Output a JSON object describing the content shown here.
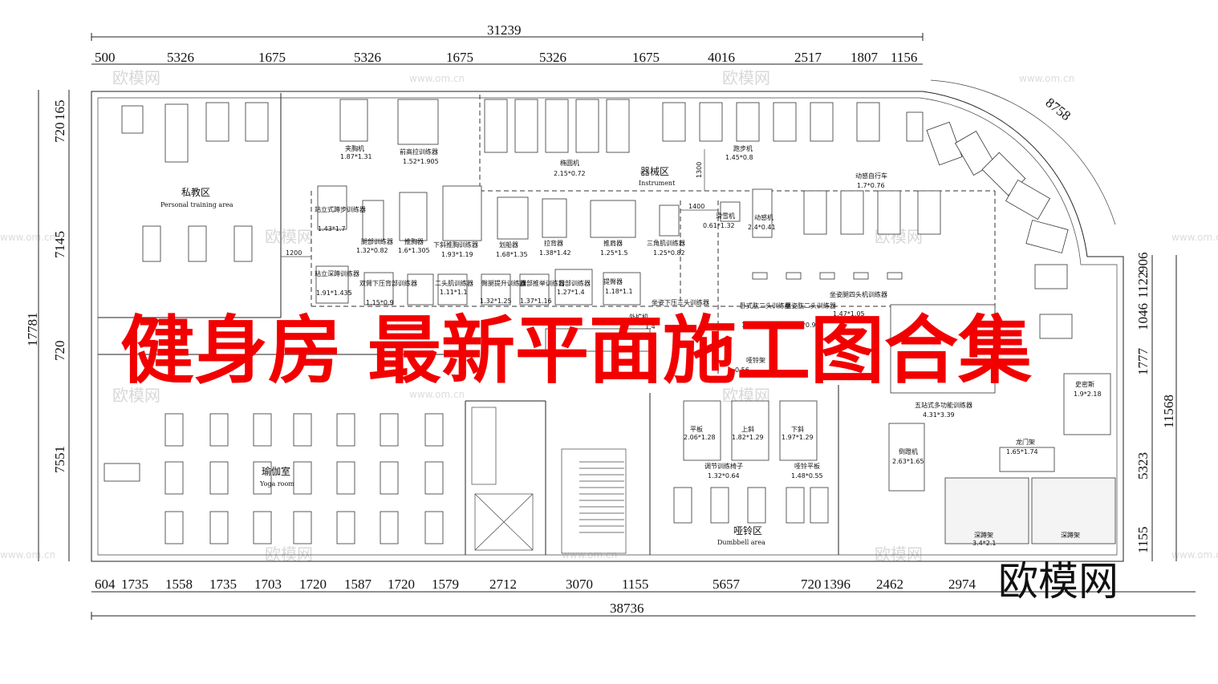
{
  "dimensions": {
    "top_total": "31239",
    "top_segments": [
      "500",
      "5326",
      "1675",
      "5326",
      "1675",
      "5326",
      "1675",
      "4016",
      "2517",
      "1807",
      "1156"
    ],
    "bottom_total": "38736",
    "bottom_segments": [
      "604",
      "1735",
      "1558",
      "1735",
      "1703",
      "1720",
      "1587",
      "1720",
      "1579",
      "2712",
      "3070",
      "1155",
      "5657",
      "720",
      "1396",
      "2462",
      "2974"
    ],
    "left_total": "17781",
    "left_segments": [
      "720",
      "165",
      "7145",
      "720",
      "7551"
    ],
    "right_total": "11568",
    "right_segments": [
      "1777",
      "1046",
      "1122",
      "906",
      "5323",
      "1155"
    ],
    "curve_radius": "8758",
    "gap_1300": "1300",
    "gap_1400": "1400",
    "gap_1200": "1200"
  },
  "zones": {
    "personal": {
      "cn": "私教区",
      "en": "Personal training area"
    },
    "instrument": {
      "cn": "器械区",
      "en": "Instrument"
    },
    "yoga": {
      "cn": "瑜伽室",
      "en": "Yoga room"
    },
    "dumbbell": {
      "cn": "哑铃区",
      "en": "Dumbbell area"
    }
  },
  "equipment": {
    "chest_press": {
      "name": "夹胸机",
      "size": "1.87*1.31"
    },
    "lat_pull": {
      "name": "前高拉训练器",
      "size": "1.52*1.905"
    },
    "elliptical": {
      "name": "椭圆机",
      "size": "2.15*0.72"
    },
    "treadmill": {
      "name": "跑步机",
      "size": "1.45*0.8"
    },
    "spin_bike": {
      "name": "动感自行车",
      "size": "1.7*0.76"
    },
    "squat": {
      "name": "站立式蹲步训练器",
      "size": "1.43*1.7"
    },
    "leg": {
      "name": "腿部训练器",
      "size": "1.32*0.82"
    },
    "chest_push": {
      "name": "推胸器",
      "size": "1.6*1.305"
    },
    "decline_chest": {
      "name": "下斜推胸训练器",
      "size": "1.93*1.19"
    },
    "rowing": {
      "name": "划船器",
      "size": "1.68*1.35"
    },
    "pull_back": {
      "name": "拉背器",
      "size": "1.38*1.42"
    },
    "shoulder_push": {
      "name": "推肩器",
      "size": "1.25*1.5"
    },
    "triceps": {
      "name": "三角肌训练器",
      "size": "1.25*0.82"
    },
    "stepper": {
      "name": "滑雪机",
      "size": "0.61*1.32"
    },
    "bike": {
      "name": "动感机",
      "size": "2.4*0.41"
    },
    "hack_squat": {
      "name": "站立深蹲训练器",
      "size": "1.91*1.435"
    },
    "arm_press": {
      "name": "双臂下压背部训练器",
      "size": "1.15*0.9"
    },
    "biceps": {
      "name": "二头肌训练器",
      "size": "1.11*1.1"
    },
    "hip": {
      "name": "臀腿提升训练器",
      "size": "1.32*1.25"
    },
    "abs": {
      "name": "腹部推举训练器",
      "size": "1.37*1.16"
    },
    "back_ext": {
      "name": "背部训练器",
      "size": "1.27*1.4"
    },
    "shoulder_raise": {
      "name": "提臀器",
      "size": "1.18*1.1"
    },
    "abduct": {
      "name": "坐姿下压三头训练器",
      "size": ""
    },
    "outer": {
      "name": "外扩机",
      "size": "1.4"
    },
    "prone_biceps": {
      "name": "卧式肱二头训练器",
      "size": "1.57*0.94"
    },
    "seated_biceps": {
      "name": "坐姿肱二头训练器",
      "size": "1.45*0.93"
    },
    "quad": {
      "name": "坐姿腿四头机训练器",
      "size": "1.47*1.05"
    },
    "five_station": {
      "name": "五站式多功能训练器",
      "size": "4.31*3.39"
    },
    "smith": {
      "name": "史密斯",
      "size": "1.9*2.18"
    },
    "gantry": {
      "name": "龙门架",
      "size": "1.65*1.74"
    },
    "leg_press": {
      "name": "倒蹬机",
      "size": "2.63*1.65"
    },
    "rack": {
      "name": "哑铃架",
      "size": "0.56"
    },
    "flat": {
      "name": "平板",
      "size": "2.06*1.28"
    },
    "incline": {
      "name": "上斜",
      "size": "1.82*1.29"
    },
    "decline": {
      "name": "下斜",
      "size": "1.97*1.29"
    },
    "adjustable": {
      "name": "调节训练椅子",
      "size": "1.32*0.64"
    },
    "db_bench": {
      "name": "哑铃平板",
      "size": "1.48*0.55"
    },
    "sq_rack_a": {
      "name": "深蹲架",
      "size": "3.4*2.1"
    },
    "sq_rack_b": {
      "name": "深蹲架",
      "size": ""
    }
  },
  "headline": "健身房  最新平面施工图合集",
  "brand": "欧模网",
  "watermark": {
    "cn": "欧模网",
    "en": "www.om.cn"
  },
  "colors": {
    "headline": "#f20000",
    "line": "#222222"
  }
}
